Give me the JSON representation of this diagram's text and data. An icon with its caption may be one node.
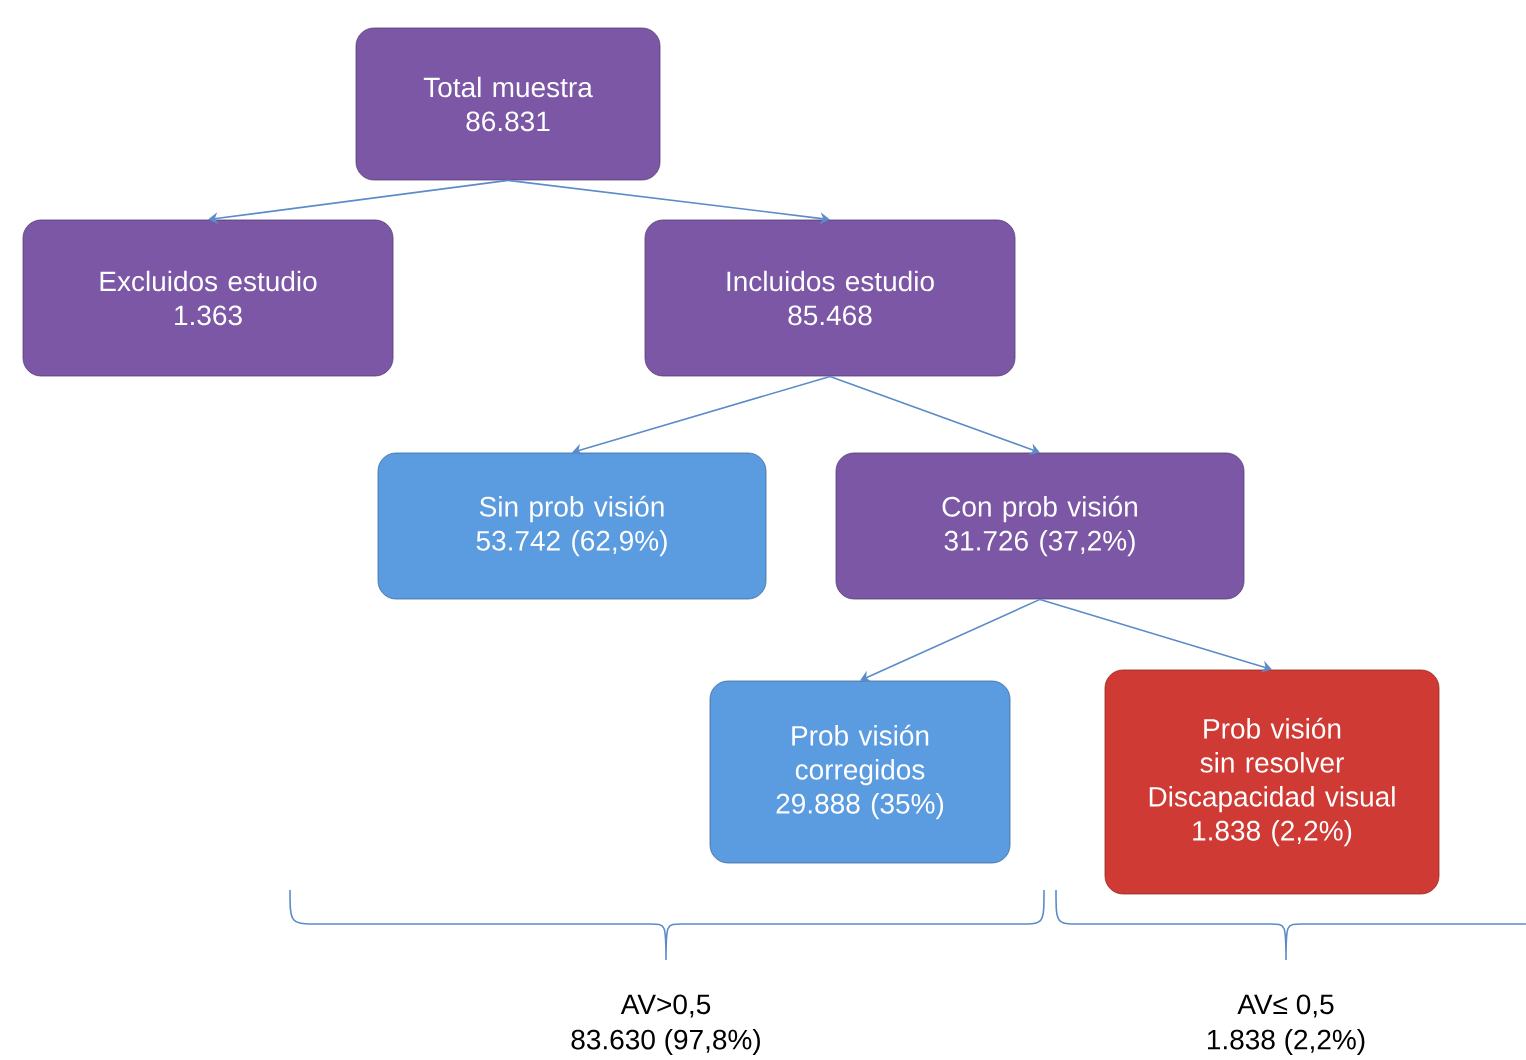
{
  "diagram": {
    "nodes": [
      {
        "text": [
          "Total muestra",
          "86.831"
        ]
      },
      {
        "text": [
          "Excluidos estudio",
          "1.363"
        ]
      },
      {
        "text": [
          "Incluidos estudio",
          "85.468"
        ]
      },
      {
        "text": [
          "Sin prob visión",
          "53.742 (62,9%)"
        ]
      },
      {
        "text": [
          "Con prob visión",
          "31.726 (37,2%)"
        ]
      },
      {
        "text": [
          "Prob visión corregidos",
          "29.888 (35%)"
        ]
      },
      {
        "text": [
          "Prob visión sin resolver",
          "Discapacidad visual",
          "1.838 (2,2%)"
        ]
      }
    ],
    "edges": [
      {
        "from": 0,
        "to": 1,
        "arrow": "to"
      },
      {
        "from": 0,
        "to": 2,
        "arrow": "to"
      },
      {
        "from": 2,
        "to": 3,
        "arrow": "to"
      },
      {
        "from": 2,
        "to": 4,
        "arrow": "to"
      },
      {
        "from": 4,
        "to": 5,
        "arrow": "to"
      },
      {
        "from": 4,
        "to": 6,
        "arrow": "to"
      }
    ],
    "labels": [
      "AV>0,5",
      "83.630 (97,8%)",
      "AV≤ 0,5",
      "1.838 (2,2%)"
    ]
  }
}
